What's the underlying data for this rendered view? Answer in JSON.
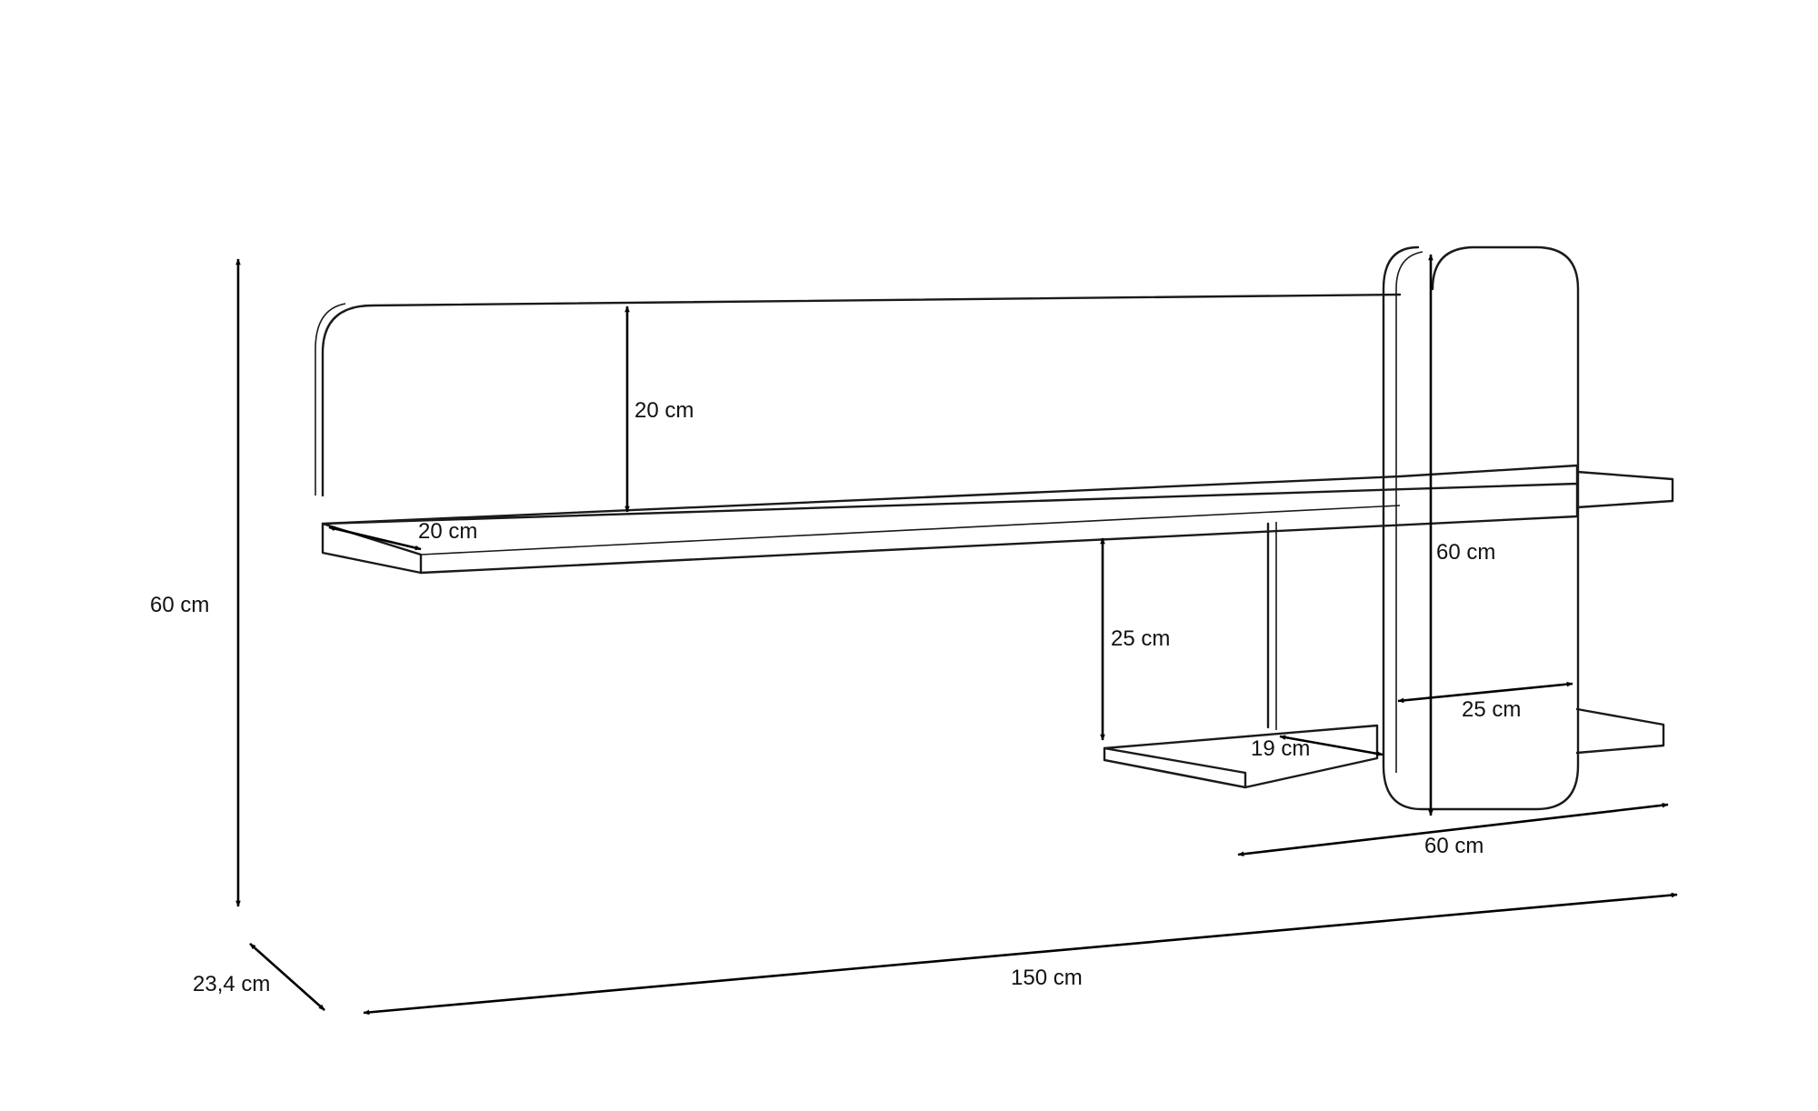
{
  "dimensions": {
    "total_height": "60 cm",
    "depth": "23,4 cm",
    "total_width": "150 cm",
    "backrest_height": "20 cm",
    "top_shelf_depth": "20 cm",
    "lower_shelf_gap": "25 cm",
    "lower_shelf_depth": "19 cm",
    "panel_height": "60 cm",
    "panel_width": "25 cm",
    "lower_shelf_width": "60 cm"
  }
}
